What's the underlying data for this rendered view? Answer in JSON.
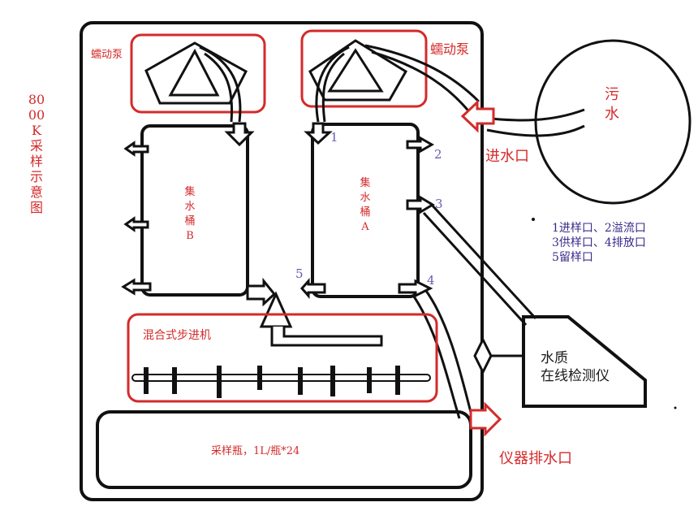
{
  "side_title": [
    "80",
    "00",
    "K",
    "采",
    "样",
    "示",
    "意",
    "图"
  ],
  "pump_left_label": "蠕动泵",
  "pump_right_label": "蠕动泵",
  "sewage_label": [
    "污",
    "水"
  ],
  "inlet_label": "进水口",
  "tank_b_label": [
    "集",
    "水",
    "桶",
    "B"
  ],
  "tank_a_label": [
    "集",
    "水",
    "桶",
    "A"
  ],
  "port_numbers": [
    "1",
    "2",
    "3",
    "4",
    "5"
  ],
  "legend_lines": [
    "1进样口、2溢流口",
    "3供样口、4排放口",
    "5留样口"
  ],
  "analyzer_label": [
    "水质",
    "在线检测仪"
  ],
  "mixer_label": "混合式步进机",
  "bottle_label": "采样瓶，1L/瓶*24",
  "outlet_label": "仪器排水口",
  "colors": {
    "outline": "#111111",
    "highlight_red": "#d42a2a",
    "legend_purple": "#6a5ab0",
    "fill_white": "#ffffff"
  }
}
